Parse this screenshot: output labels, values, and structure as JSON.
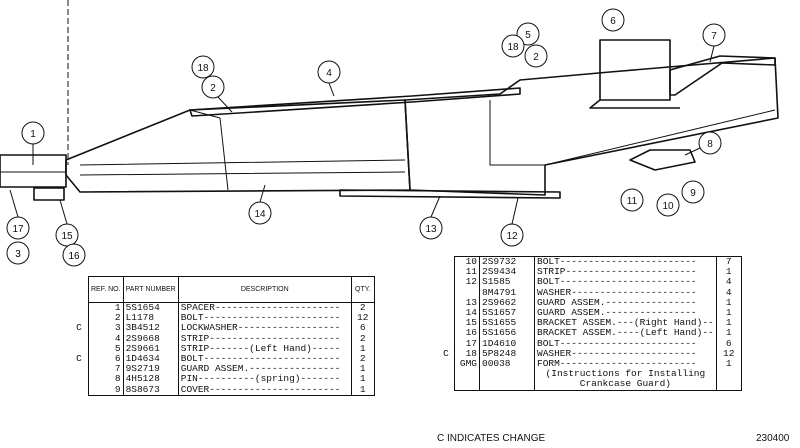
{
  "callouts": [
    "1",
    "2",
    "3",
    "4",
    "5",
    "6",
    "7",
    "8",
    "9",
    "10",
    "11",
    "12",
    "13",
    "14",
    "15",
    "16",
    "17",
    "18"
  ],
  "parts_table": {
    "headers": {
      "ref": "REF. NO.",
      "part": "PART NUMBER",
      "description": "DESCRIPTION",
      "qty": "QTY."
    },
    "rows": [
      {
        "change": "",
        "ref": "1",
        "part": "5S1654",
        "description": "SPACER----------------------",
        "qty": "2"
      },
      {
        "change": "",
        "ref": "2",
        "part": "L1178",
        "description": "BOLT------------------------",
        "qty": "12"
      },
      {
        "change": "C",
        "ref": "3",
        "part": "3B4512",
        "description": "LOCKWASHER------------------",
        "qty": "6"
      },
      {
        "change": "",
        "ref": "4",
        "part": "2S9668",
        "description": "STRIP-----------------------",
        "qty": "2"
      },
      {
        "change": "",
        "ref": "5",
        "part": "2S9661",
        "description": "STRIP-------(Left Hand)-----",
        "qty": "1"
      },
      {
        "change": "C",
        "ref": "6",
        "part": "1D4634",
        "description": "BOLT------------------------",
        "qty": "2"
      },
      {
        "change": "",
        "ref": "7",
        "part": "9S2719",
        "description": "GUARD ASSEM.----------------",
        "qty": "1"
      },
      {
        "change": "",
        "ref": "8",
        "part": "4H5128",
        "description": "PIN----------(spring)-------",
        "qty": "1"
      },
      {
        "change": "",
        "ref": "9",
        "part": "8S8673",
        "description": "COVER-----------------------",
        "qty": "1"
      }
    ],
    "rows_continued": [
      {
        "change": "",
        "ref": "10",
        "part": "2S9732",
        "description": "BOLT------------------------",
        "qty": "7"
      },
      {
        "change": "",
        "ref": "11",
        "part": "2S9434",
        "description": "STRIP-----------------------",
        "qty": "1"
      },
      {
        "change": "",
        "ref": "12",
        "part": "S1585",
        "description": "BOLT------------------------",
        "qty": "4"
      },
      {
        "change": "",
        "ref": "",
        "part": "8M4791",
        "description": "WASHER----------------------",
        "qty": "4"
      },
      {
        "change": "",
        "ref": "13",
        "part": "2S9662",
        "description": "GUARD ASSEM.----------------",
        "qty": "1"
      },
      {
        "change": "",
        "ref": "14",
        "part": "5S1657",
        "description": "GUARD ASSEM.----------------",
        "qty": "1"
      },
      {
        "change": "",
        "ref": "15",
        "part": "5S1655",
        "description": "BRACKET ASSEM.---(Right Hand)--",
        "qty": "1"
      },
      {
        "change": "",
        "ref": "16",
        "part": "5S1656",
        "description": "BRACKET ASSEM.----(Left Hand)--",
        "qty": "1"
      },
      {
        "change": "",
        "ref": "17",
        "part": "1D4610",
        "description": "BOLT------------------------",
        "qty": "6"
      },
      {
        "change": "C",
        "ref": "18",
        "part": "5P8248",
        "description": "WASHER----------------------",
        "qty": "12"
      },
      {
        "change": "",
        "ref": "GMG",
        "part": "00038",
        "description": "FORM------------------------",
        "qty": "1"
      }
    ],
    "note_line1": "(Instructions for Installing",
    "note_line2": "Crankcase Guard)"
  },
  "legend": "C INDICATES CHANGE",
  "figure_number": "230400"
}
